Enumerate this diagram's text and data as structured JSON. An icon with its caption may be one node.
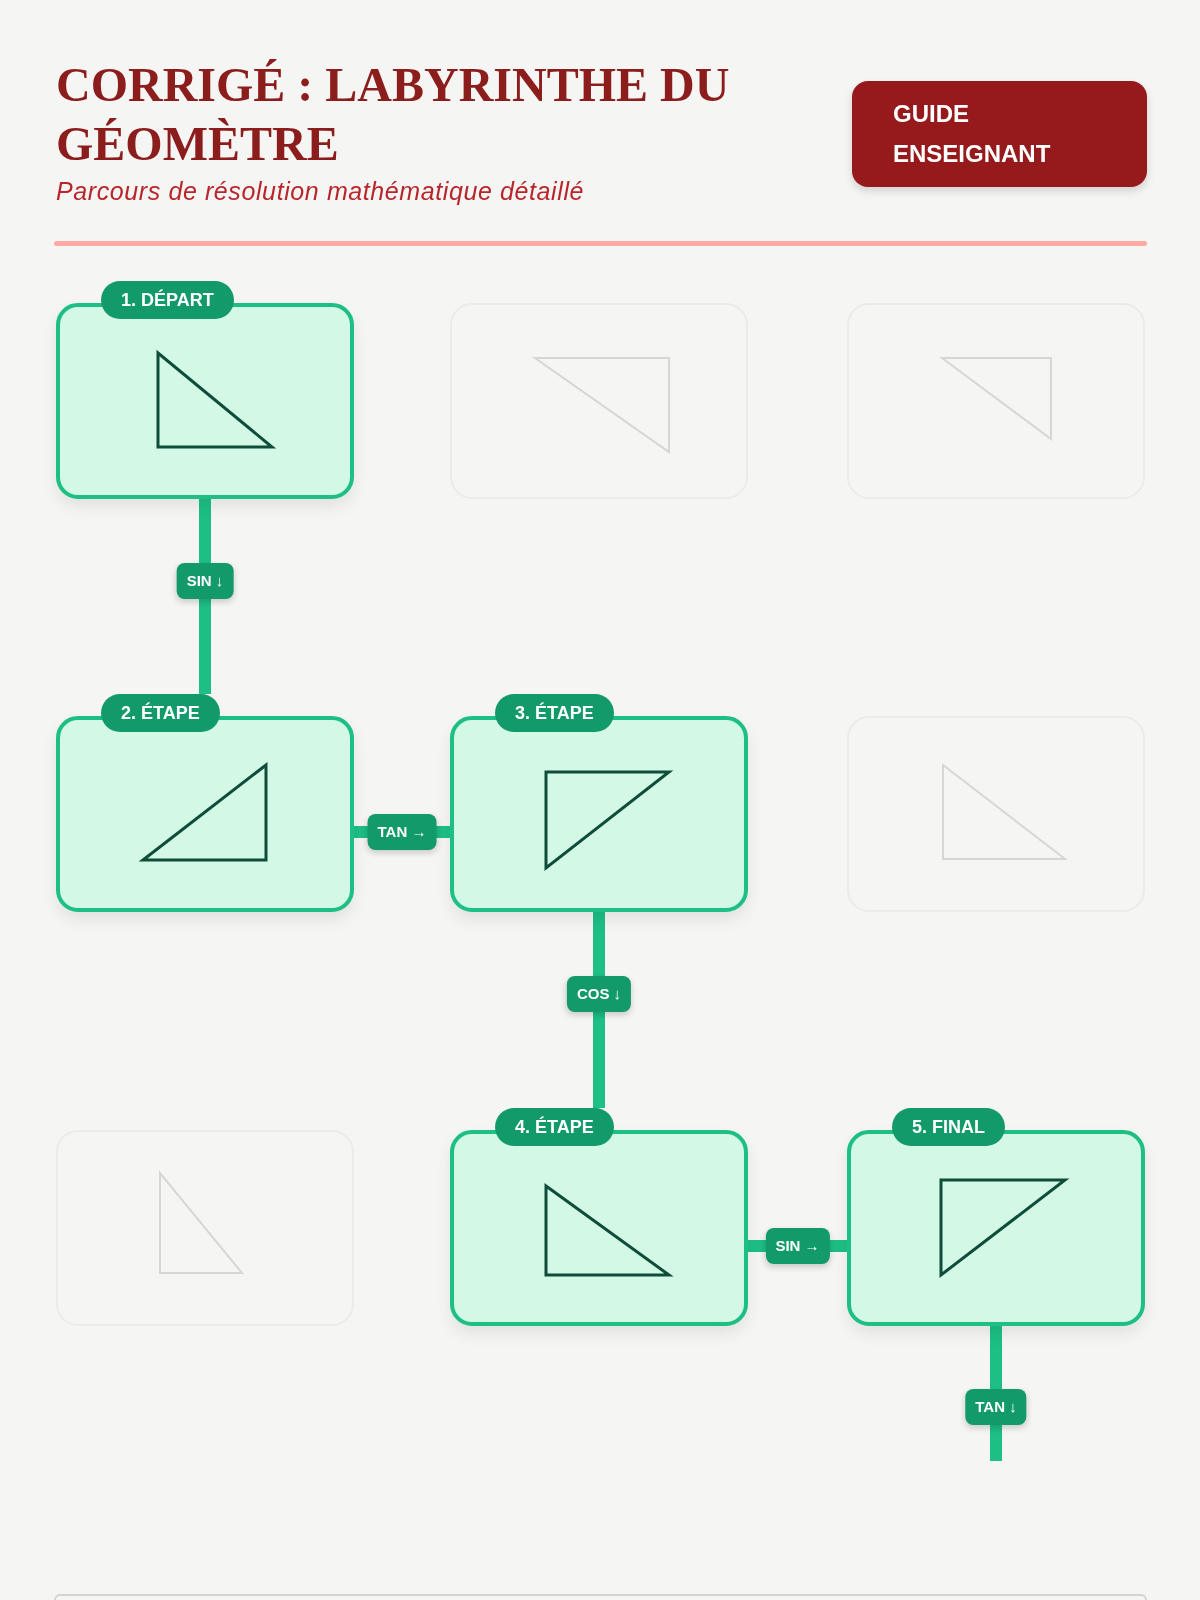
{
  "diagram": {
    "title": "CORRIGÉ : LABYRINTHE DU GÉOMÈTRE",
    "nodes": [
      {
        "text": [
          "1. DÉPART"
        ]
      },
      {
        "text": [],
        "shape": "box"
      },
      {
        "text": [],
        "shape": "box"
      },
      {
        "text": [
          "2. ÉTAPE"
        ]
      },
      {
        "text": [
          "3. ÉTAPE"
        ]
      },
      {
        "text": [],
        "shape": "box"
      },
      {
        "text": [],
        "shape": "box"
      },
      {
        "text": [
          "4. ÉTAPE"
        ]
      },
      {
        "text": [
          "5. FINAL"
        ]
      }
    ],
    "edges": [
      {
        "from": 0,
        "to": 3,
        "arrow": "none",
        "label": "SIN ↓"
      },
      {
        "from": 3,
        "to": 4,
        "arrow": "none",
        "label": "TAN →"
      },
      {
        "from": 4,
        "to": 7,
        "arrow": "none",
        "label": "COS ↓"
      },
      {
        "from": 7,
        "to": 8,
        "arrow": "none",
        "label": "SIN →"
      },
      {
        "from": 8,
        "to": null,
        "arrow": "none",
        "label": "TAN ↓"
      }
    ],
    "labels": [
      "Parcours de résolution mathématique détaillé",
      "GUIDE ENSEIGNANT"
    ]
  }
}
